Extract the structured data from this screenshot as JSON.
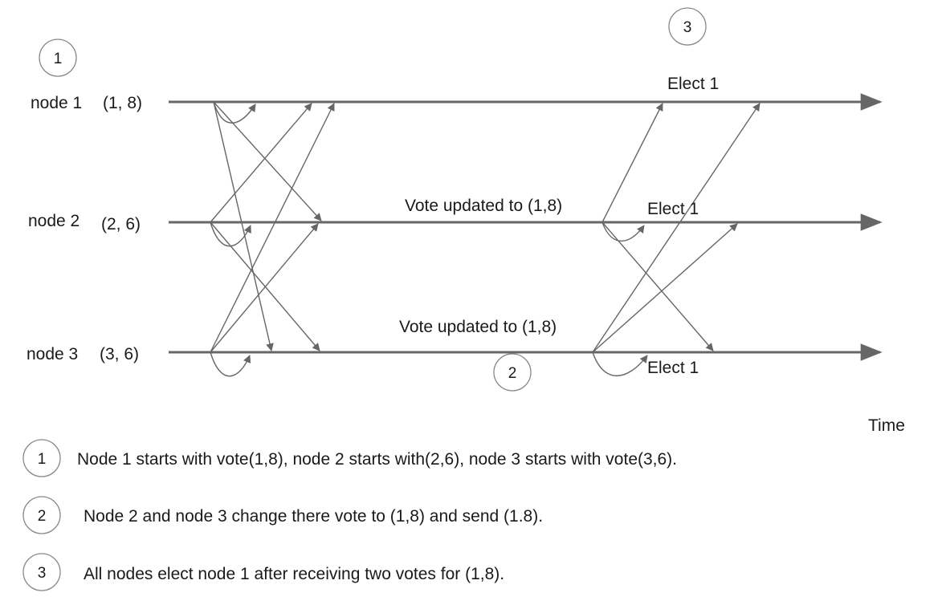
{
  "nodes": [
    {
      "name": "node 1",
      "vote": "(1, 8)"
    },
    {
      "name": "node 2",
      "vote": "(2, 6)"
    },
    {
      "name": "node 3",
      "vote": "(3, 6)"
    }
  ],
  "step_markers": [
    "1",
    "2",
    "3"
  ],
  "annotations": {
    "vote_updated_node2": "Vote updated to (1,8)",
    "vote_updated_node3": "Vote updated to (1,8)",
    "elect_node1": "Elect 1",
    "elect_node2": "Elect 1",
    "elect_node3": "Elect 1"
  },
  "axis": {
    "label": "Time"
  },
  "legend": [
    {
      "num": "1",
      "text": "Node 1 starts with vote(1,8), node 2 starts with(2,6), node 3 starts with vote(3,6)."
    },
    {
      "num": "2",
      "text": "Node 2 and node 3 change there vote to (1,8) and send (1.8)."
    },
    {
      "num": "3",
      "text": "All nodes elect node 1 after receiving two votes for (1,8)."
    }
  ],
  "colors": {
    "line": "#666666",
    "text": "#1a1a1a",
    "circle": "#888888"
  }
}
